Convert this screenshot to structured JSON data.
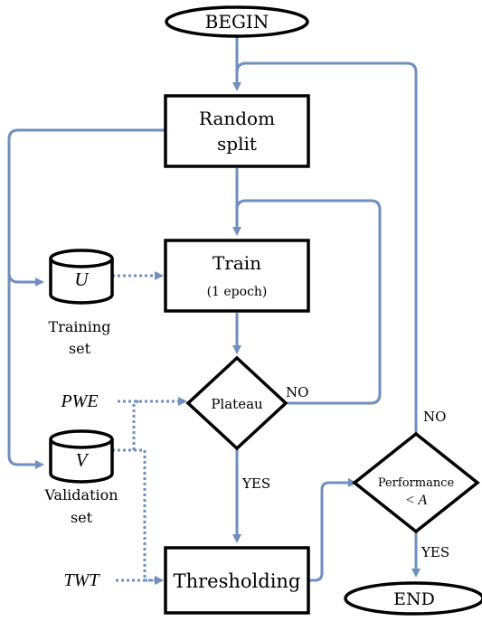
{
  "nodes": {
    "begin": "BEGIN",
    "random_split_line1": "Random",
    "random_split_line2": "split",
    "train": "Train",
    "train_sub": "(1 epoch)",
    "plateau": "Plateau",
    "thresholding": "Thresholding",
    "performance_line1": "Performance",
    "performance_line2": "< A",
    "end": "END",
    "u_label": "U",
    "v_label": "V",
    "training_set_line1": "Training",
    "training_set_line2": "set",
    "validation_set_line1": "Validation",
    "validation_set_line2": "set",
    "pwe": "PWE",
    "twt": "TWT"
  },
  "edges": {
    "plateau_no": "NO",
    "plateau_yes": "YES",
    "performance_no": "NO",
    "performance_yes": "YES"
  },
  "colors": {
    "arrow": "#6f8fbf",
    "outline": "#000000"
  }
}
